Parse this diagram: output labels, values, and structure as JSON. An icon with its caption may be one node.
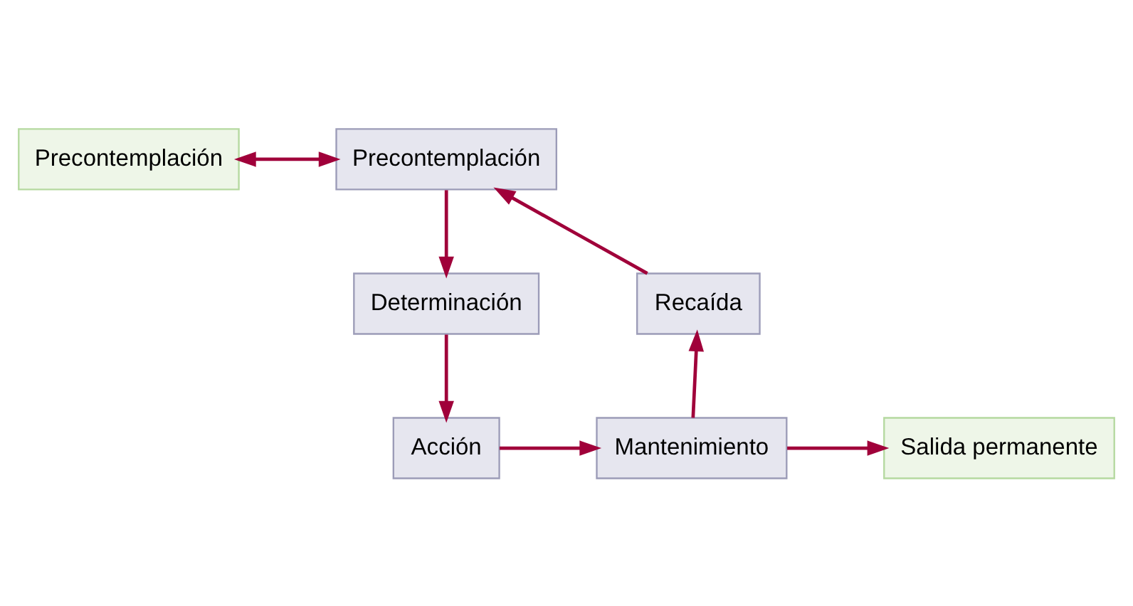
{
  "diagram": {
    "nodes": [
      {
        "text": [
          "Precontemplación"
        ]
      },
      {
        "text": [
          "Precontemplación"
        ]
      },
      {
        "text": [
          "Determinación"
        ]
      },
      {
        "text": [
          "Acción"
        ]
      },
      {
        "text": [
          "Mantenimiento"
        ]
      },
      {
        "text": [
          "Recaída"
        ]
      },
      {
        "text": [
          "Salida permanente"
        ]
      }
    ],
    "edges": [
      {
        "from": 0,
        "to": 1,
        "arrow": "both"
      },
      {
        "from": 1,
        "to": 2,
        "arrow": "to"
      },
      {
        "from": 2,
        "to": 3,
        "arrow": "to"
      },
      {
        "from": 3,
        "to": 4,
        "arrow": "to"
      },
      {
        "from": 4,
        "to": 5,
        "arrow": "to"
      },
      {
        "from": 5,
        "to": 1,
        "arrow": "to"
      },
      {
        "from": 4,
        "to": 6,
        "arrow": "to"
      }
    ]
  }
}
